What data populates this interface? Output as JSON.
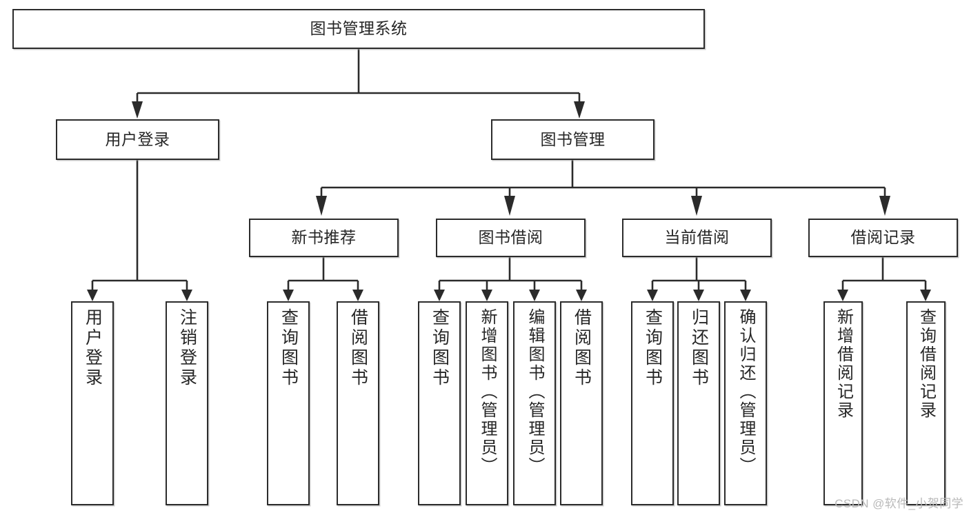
{
  "diagram": {
    "title": "图书管理系统",
    "type": "tree-hierarchy-chart",
    "colors": {
      "box_border": "#2b2b2b",
      "box_fill": "#ffffff",
      "line": "#2b2b2b",
      "text": "#262626",
      "background": "#ffffff",
      "watermark": "#b9b9b9"
    },
    "nodes": {
      "root": {
        "label": "图书管理系统"
      },
      "level2": [
        {
          "label": "用户登录"
        },
        {
          "label": "图书管理"
        }
      ],
      "level3": [
        {
          "label": "新书推荐"
        },
        {
          "label": "图书借阅"
        },
        {
          "label": "当前借阅"
        },
        {
          "label": "借阅记录"
        }
      ],
      "leaves_user_login": [
        {
          "label": "用户登录"
        },
        {
          "label": "注销登录"
        }
      ],
      "leaves_new_book": [
        {
          "label": "查询图书"
        },
        {
          "label": "借阅图书"
        }
      ],
      "leaves_borrow": [
        {
          "label": "查询图书"
        },
        {
          "label": "新增图书（管理员）"
        },
        {
          "label": "编辑图书（管理员）"
        },
        {
          "label": "借阅图书"
        }
      ],
      "leaves_current": [
        {
          "label": "查询图书"
        },
        {
          "label": "归还图书"
        },
        {
          "label": "确认归还（管理员）"
        }
      ],
      "leaves_records": [
        {
          "label": "新增借阅记录"
        },
        {
          "label": "查询借阅记录"
        }
      ]
    }
  },
  "watermark": {
    "text": "CSDN @软件_小贺同学"
  }
}
